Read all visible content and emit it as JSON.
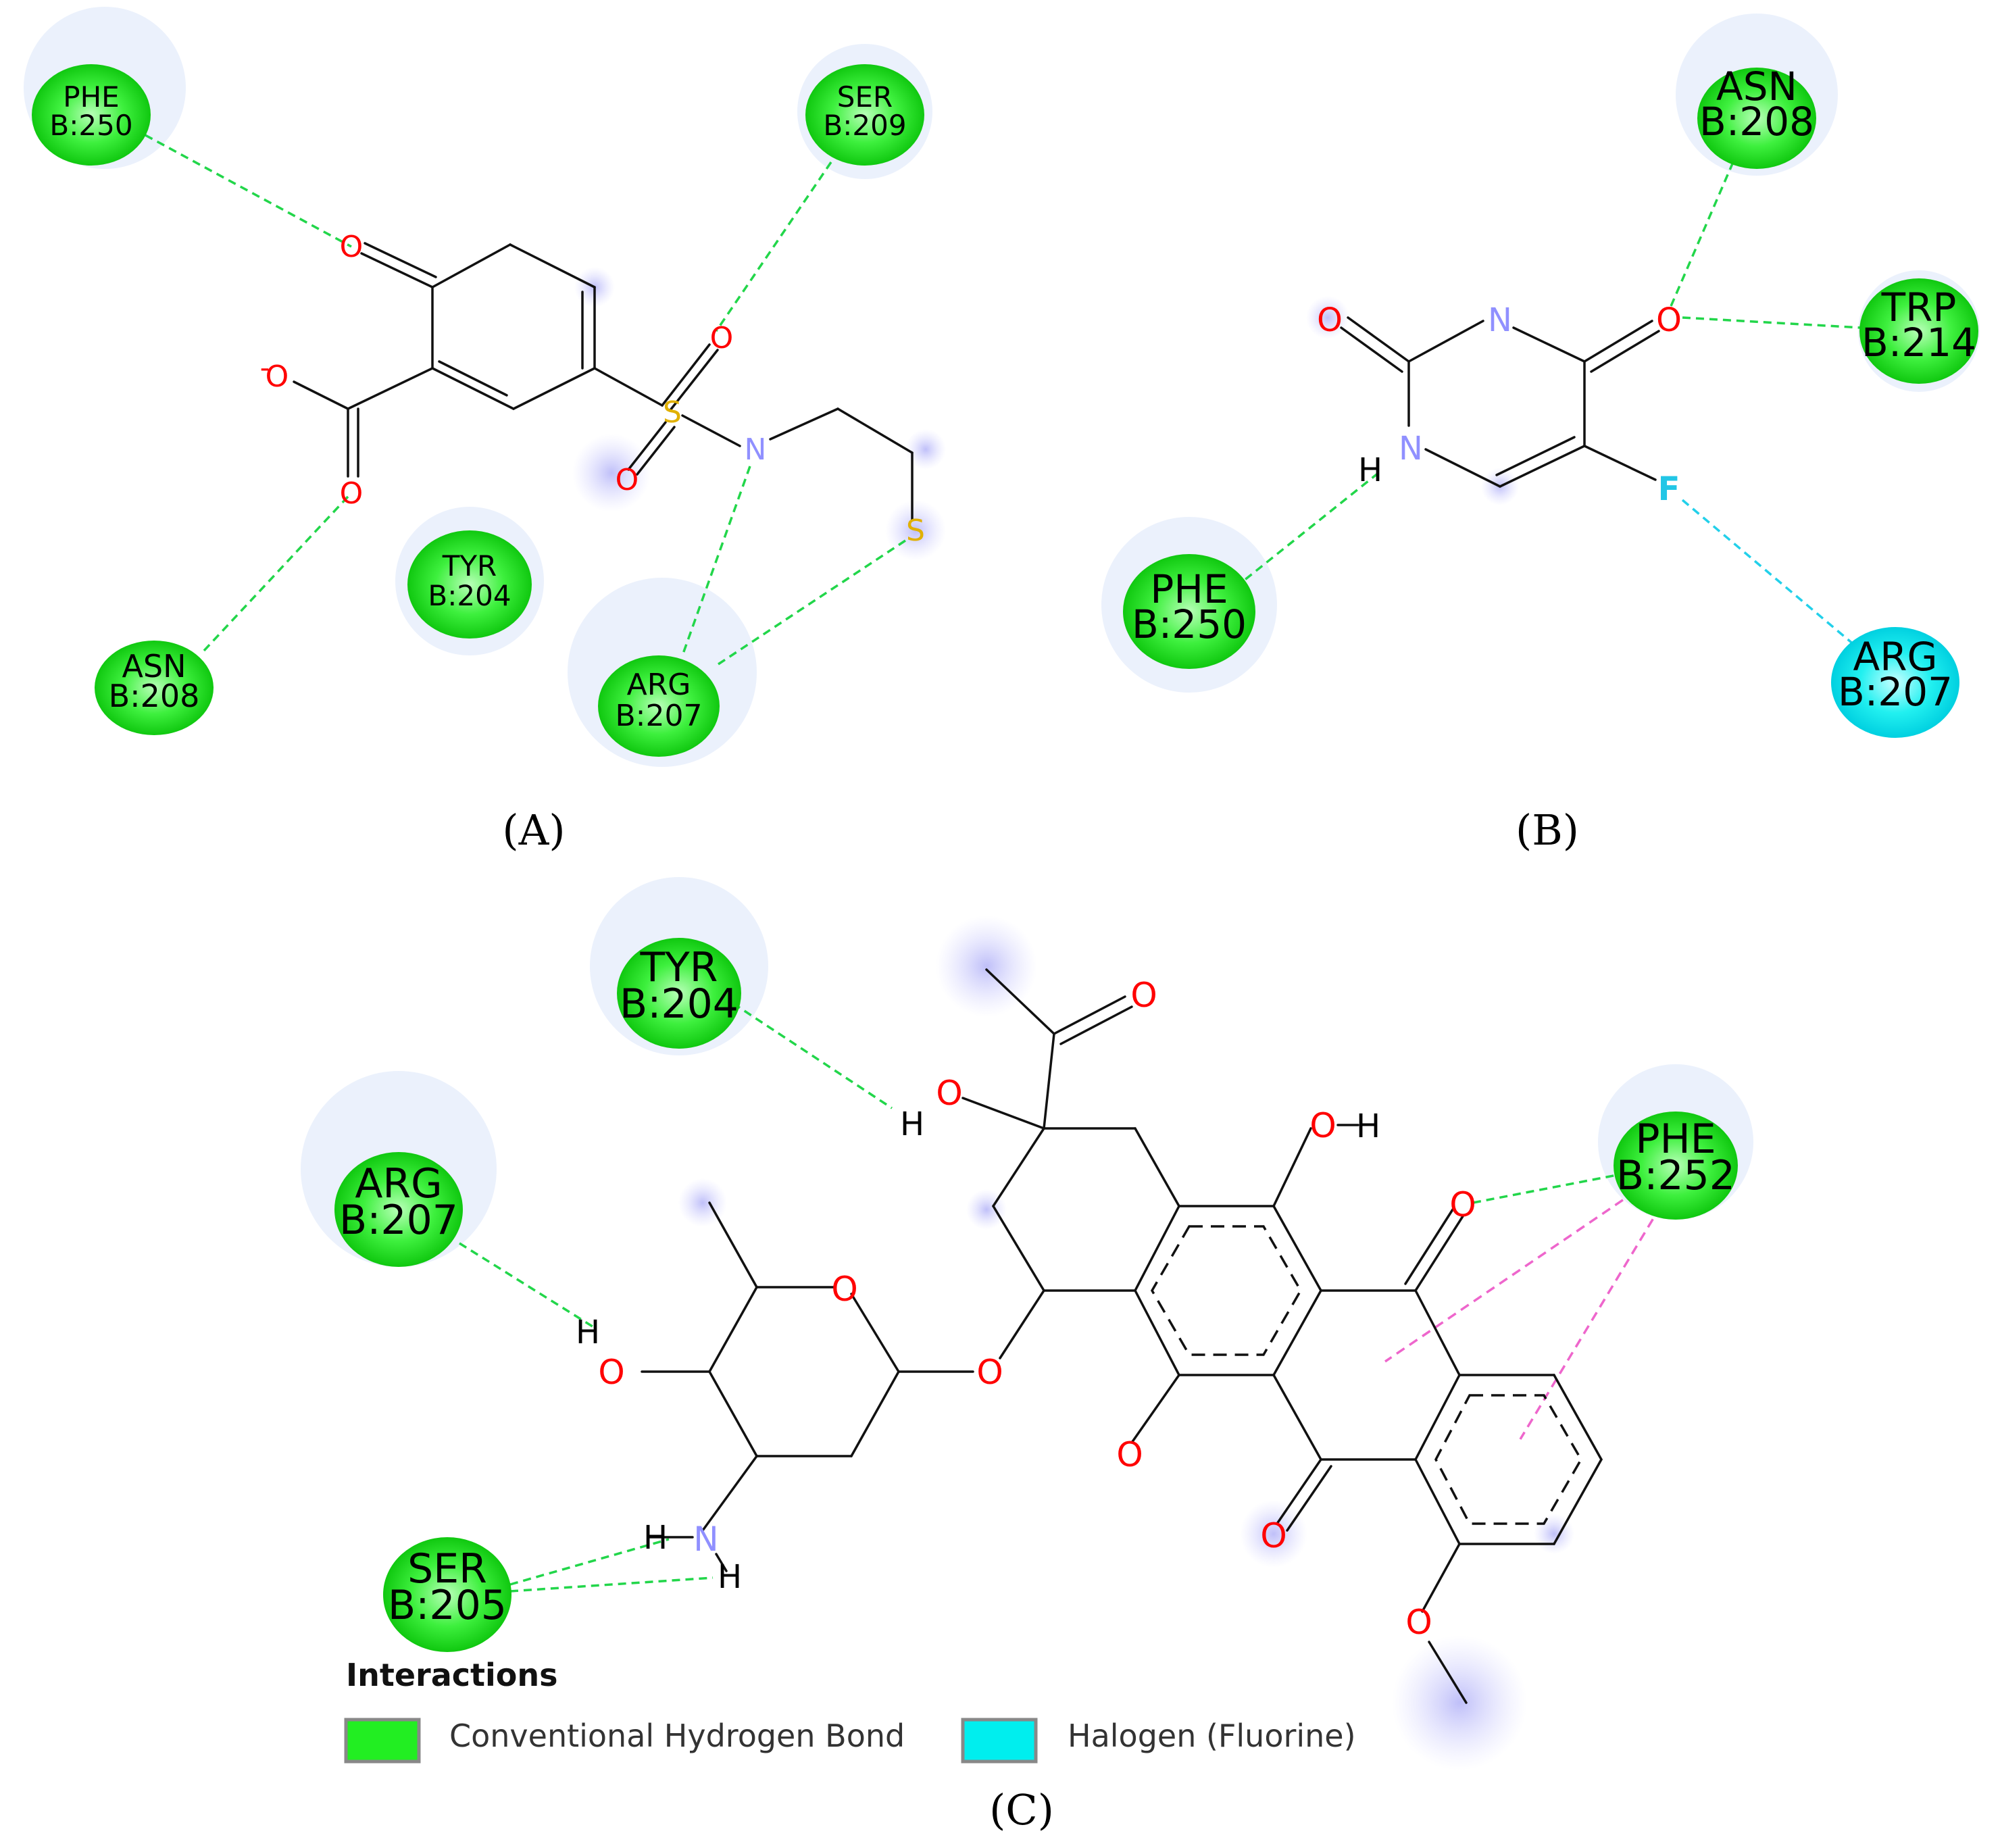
{
  "panels": {
    "A": {
      "label": "(A)"
    },
    "B": {
      "label": "(B)"
    },
    "C": {
      "label": "(C)"
    }
  },
  "residues": {
    "a_phe250": {
      "name": "PHE",
      "id": "B:250",
      "color": "#22dd22"
    },
    "a_ser209": {
      "name": "SER",
      "id": "B:209",
      "color": "#22dd22"
    },
    "a_tyr204": {
      "name": "TYR",
      "id": "B:204",
      "color": "#22dd22"
    },
    "a_asn208": {
      "name": "ASN",
      "id": "B:208",
      "color": "#22dd22"
    },
    "a_arg207": {
      "name": "ARG",
      "id": "B:207",
      "color": "#22dd22"
    },
    "b_asn208": {
      "name": "ASN",
      "id": "B:208",
      "color": "#22dd22"
    },
    "b_trp214": {
      "name": "TRP",
      "id": "B:214",
      "color": "#22dd22"
    },
    "b_phe250": {
      "name": "PHE",
      "id": "B:250",
      "color": "#22dd22"
    },
    "b_arg207": {
      "name": "ARG",
      "id": "B:207",
      "color": "#00e5ee"
    },
    "c_tyr204": {
      "name": "TYR",
      "id": "B:204",
      "color": "#22dd22"
    },
    "c_arg207": {
      "name": "ARG",
      "id": "B:207",
      "color": "#22dd22"
    },
    "c_phe252": {
      "name": "PHE",
      "id": "B:252",
      "color": "#22dd22"
    },
    "c_ser205": {
      "name": "SER",
      "id": "B:205",
      "color": "#22dd22"
    }
  },
  "atoms": {
    "o": "O",
    "n": "N",
    "s": "S",
    "f": "F",
    "h": "H",
    "minus": "-"
  },
  "legend": {
    "title": "Interactions",
    "items": [
      {
        "label": "Conventional Hydrogen Bond",
        "color": "#22dd22"
      },
      {
        "label": "Halogen (Fluorine)",
        "color": "#00eeee"
      }
    ]
  }
}
